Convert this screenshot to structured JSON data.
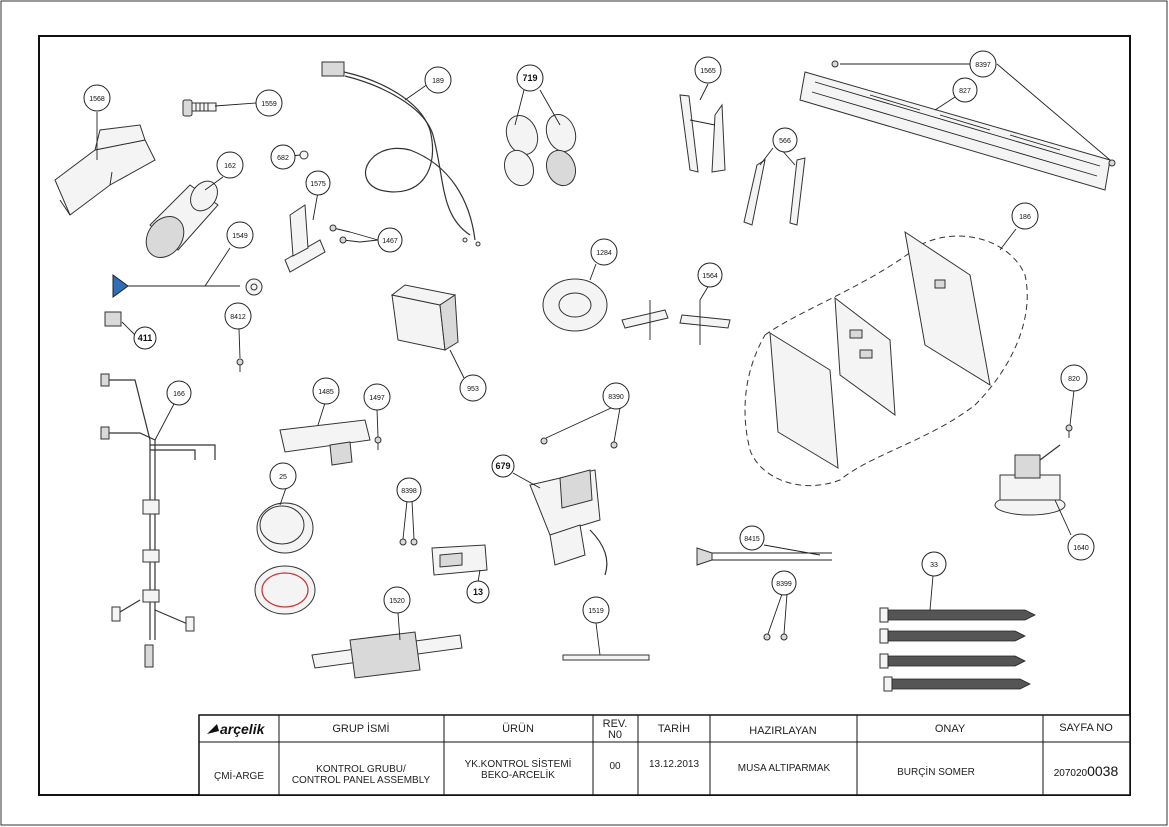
{
  "balloons": [
    {
      "id": "1568"
    },
    {
      "id": "1559"
    },
    {
      "id": "189"
    },
    {
      "id": "719"
    },
    {
      "id": "1565"
    },
    {
      "id": "8397"
    },
    {
      "id": "827"
    },
    {
      "id": "682"
    },
    {
      "id": "162"
    },
    {
      "id": "1575"
    },
    {
      "id": "566"
    },
    {
      "id": "1549"
    },
    {
      "id": "1467"
    },
    {
      "id": "1284"
    },
    {
      "id": "1564"
    },
    {
      "id": "186"
    },
    {
      "id": "411"
    },
    {
      "id": "8412"
    },
    {
      "id": "953"
    },
    {
      "id": "166"
    },
    {
      "id": "1485"
    },
    {
      "id": "1497"
    },
    {
      "id": "8390"
    },
    {
      "id": "820"
    },
    {
      "id": "679"
    },
    {
      "id": "25"
    },
    {
      "id": "8398"
    },
    {
      "id": "8415"
    },
    {
      "id": "1640"
    },
    {
      "id": "33"
    },
    {
      "id": "13"
    },
    {
      "id": "8399"
    },
    {
      "id": "1520"
    },
    {
      "id": "1519"
    }
  ],
  "title_block": {
    "logo_text": "arçelik",
    "group_header": "GRUP İSMİ",
    "product_header": "ÜRÜN",
    "rev_header_line1": "REV.",
    "rev_header_line2": "N0",
    "date_header": "TARİH",
    "prepared_header": "HAZIRLAYAN",
    "approval_header": "ONAY",
    "page_header": "SAYFA NO",
    "org": "ÇMİ-ARGE",
    "group_line1": "KONTROL GRUBU/",
    "group_line2": "CONTROL PANEL ASSEMBLY",
    "product_line1": "YK.KONTROL SİSTEMİ",
    "product_line2": "BEKO-ARCELİK",
    "rev": "00",
    "date": "13.12.2013",
    "prepared_by": "MUSA ALTIPARMAK",
    "approved_by": "BURÇİN SOMER",
    "page_no_prefix": "207020",
    "page_no_suffix": "0038"
  }
}
